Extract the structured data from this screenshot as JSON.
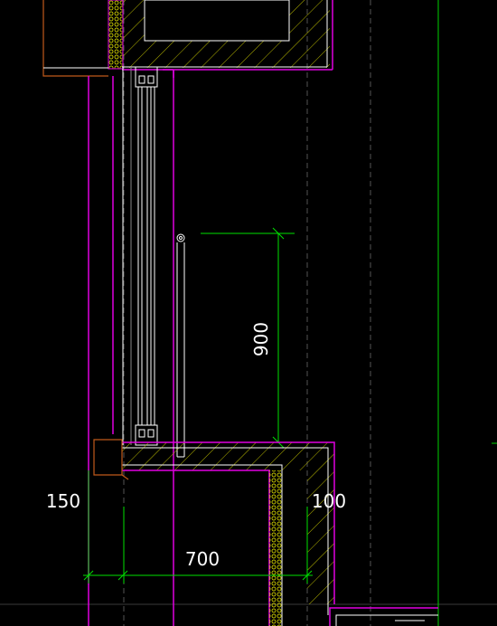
{
  "background_color": "#000000",
  "colors": {
    "magenta": "#e000e0",
    "green": "#00e000",
    "yellow": "#e8e800",
    "gray": "#6a6a6a",
    "white": "#ffffff",
    "brown": "#c05a1a",
    "hatch": "#e8e800",
    "insulation": "#e8e800"
  },
  "dimensions": {
    "railing_height": "900",
    "left_offset": "150",
    "right_thickness": "100",
    "balcony_depth": "700"
  }
}
